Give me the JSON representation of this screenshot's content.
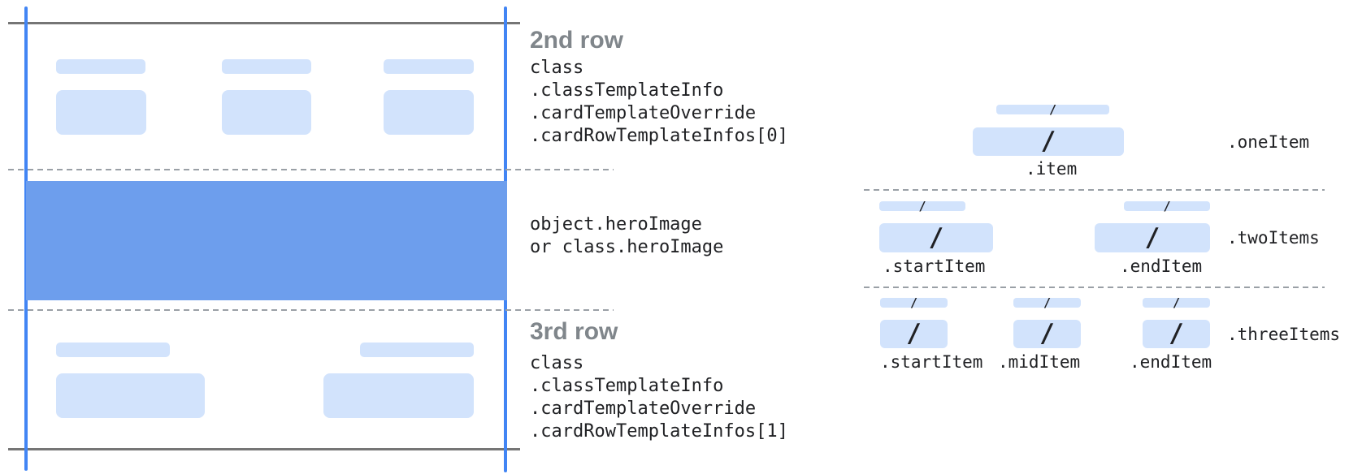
{
  "diagram": {
    "left_card": {
      "row2": {
        "heading": "2nd row",
        "path": [
          "class",
          ".classTemplateInfo",
          ".cardTemplateOverride",
          ".cardRowTemplateInfos[0]"
        ]
      },
      "hero": {
        "path": [
          "object.heroImage",
          "or class.heroImage"
        ]
      },
      "row3": {
        "heading": "3rd row",
        "path": [
          "class",
          ".classTemplateInfo",
          ".cardTemplateOverride",
          ".cardRowTemplateInfos[1]"
        ]
      }
    },
    "right_panel": {
      "slash": "/",
      "one_item": {
        "row_label": ".oneItem",
        "item_labels": [
          ".item"
        ]
      },
      "two_items": {
        "row_label": ".twoItems",
        "item_labels": [
          ".startItem",
          ".endItem"
        ]
      },
      "three_items": {
        "row_label": ".threeItems",
        "item_labels": [
          ".startItem",
          ".midItem",
          ".endItem"
        ]
      }
    }
  },
  "colors": {
    "accent-blue": "#4285f4",
    "hero-blue": "#6d9eed",
    "placeholder-blue": "#d2e3fc",
    "line-gray": "#757575",
    "dash-gray": "#9aa0a6",
    "heading-gray": "#80868b",
    "code-black": "#202124"
  }
}
